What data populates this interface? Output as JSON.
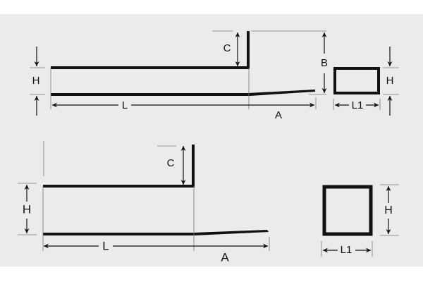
{
  "colors": {
    "background": "#ebebeb",
    "ink": "#111111"
  },
  "top_diagram": {
    "labels": {
      "C": "C",
      "B": "B",
      "H_left": "H",
      "L": "L",
      "A": "A",
      "H_right": "H",
      "L1": "L1"
    }
  },
  "bottom_diagram": {
    "labels": {
      "C": "C",
      "H_left": "H",
      "L": "L",
      "A": "A",
      "H_right": "H",
      "L1": "L1"
    }
  }
}
